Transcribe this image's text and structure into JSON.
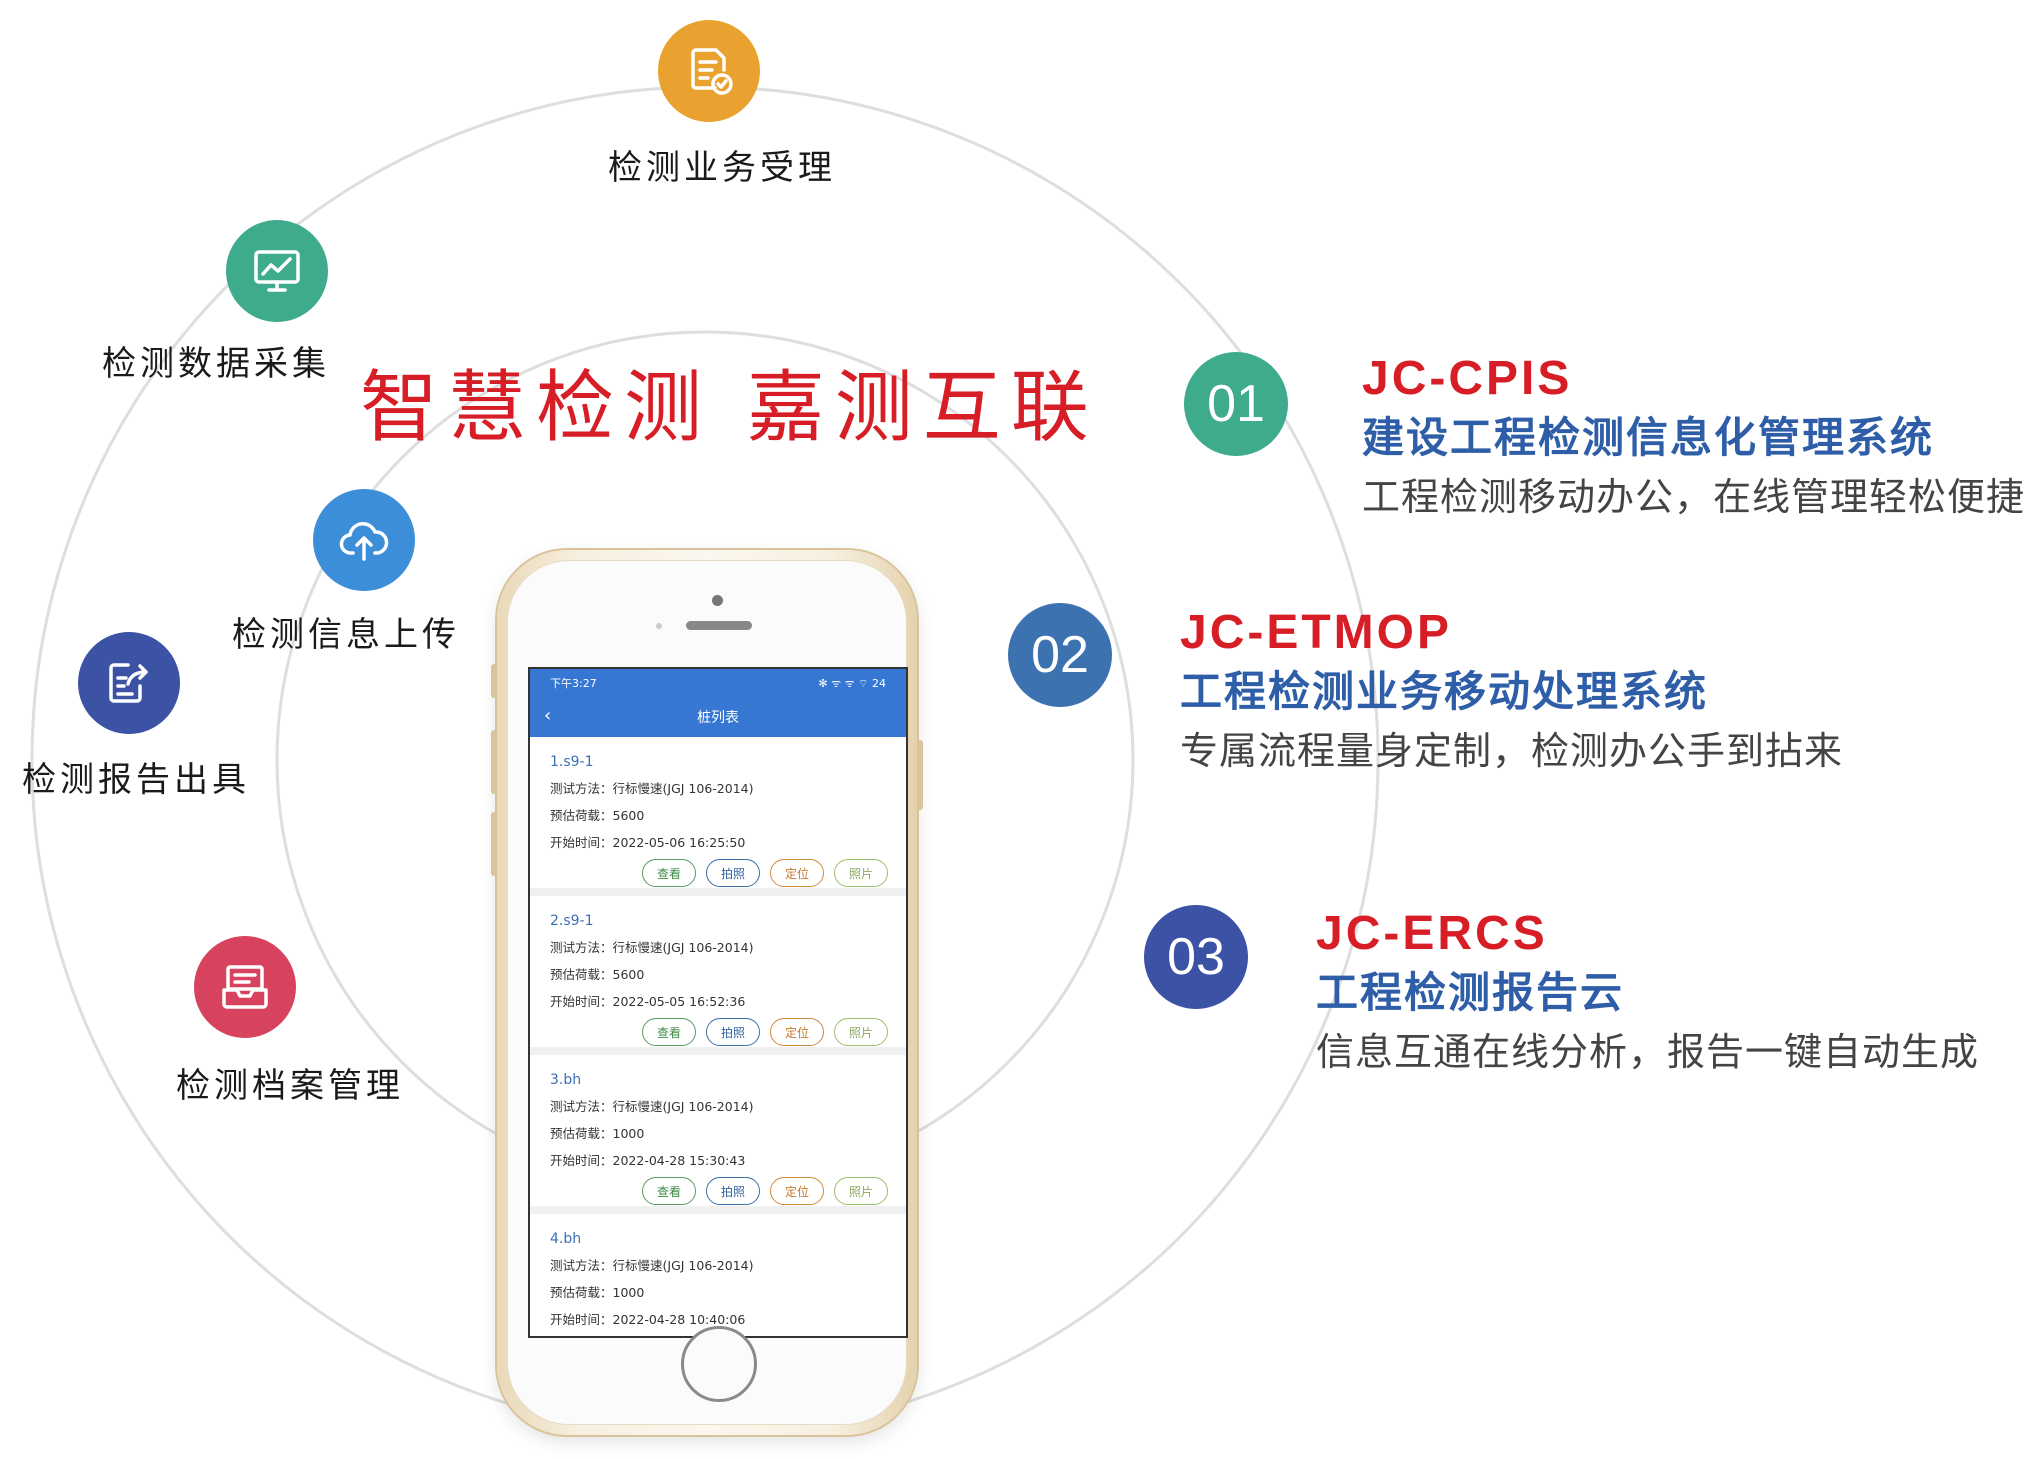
{
  "slogan": "智慧检测 嘉测互联",
  "nodes": [
    {
      "label": "检测业务受理",
      "icon": "document-check-icon",
      "color": "#e9a230"
    },
    {
      "label": "检测数据采集",
      "icon": "monitor-chart-icon",
      "color": "#3fab8d"
    },
    {
      "label": "检测信息上传",
      "icon": "cloud-upload-icon",
      "color": "#3d8ed8"
    },
    {
      "label": "检测报告出具",
      "icon": "report-share-icon",
      "color": "#3b52a5"
    },
    {
      "label": "检测档案管理",
      "icon": "archive-tray-icon",
      "color": "#d7435f"
    }
  ],
  "systems": [
    {
      "num": "01",
      "code": "JC-CPIS",
      "name": "建设工程检测信息化管理系统",
      "desc": "工程检测移动办公，在线管理轻松便捷",
      "color": "#3fab8d"
    },
    {
      "num": "02",
      "code": "JC-ETMOP",
      "name": "工程检测业务移动处理系统",
      "desc": "专属流程量身定制，检测办公手到拈来",
      "color": "#3d72b0"
    },
    {
      "num": "03",
      "code": "JC-ERCS",
      "name": "工程检测报告云",
      "desc": "信息互通在线分析，报告一键自动生成",
      "color": "#3b52a5"
    }
  ],
  "phone": {
    "status_time": "下午3:27",
    "status_icons": "✻ ᯤ ᯤ ⌔ 24",
    "title": "桩列表",
    "labels": {
      "method": "测试方法：",
      "load": "预估荷载：",
      "start": "开始时间："
    },
    "buttons": [
      "查看",
      "拍照",
      "定位",
      "照片"
    ],
    "items": [
      {
        "index": "1.",
        "name": "s9-1",
        "method": "行标慢速(JGJ 106-2014)",
        "load": "5600",
        "start": "2022-05-06 16:25:50"
      },
      {
        "index": "2.",
        "name": "s9-1",
        "method": "行标慢速(JGJ 106-2014)",
        "load": "5600",
        "start": "2022-05-05 16:52:36"
      },
      {
        "index": "3.",
        "name": "bh",
        "method": "行标慢速(JGJ 106-2014)",
        "load": "1000",
        "start": "2022-04-28 15:30:43"
      },
      {
        "index": "4.",
        "name": "bh",
        "method": "行标慢速(JGJ 106-2014)",
        "load": "1000",
        "start": "2022-04-28 10:40:06"
      }
    ]
  }
}
